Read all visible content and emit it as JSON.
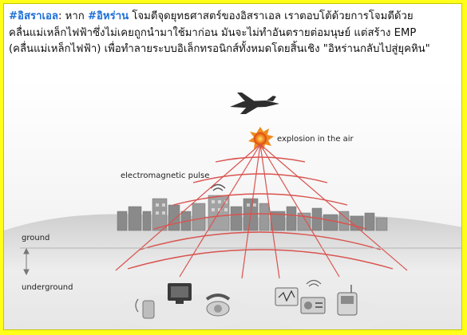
{
  "post": {
    "hashtag_1": "#อิสราเอล",
    "sep": ":",
    "word_if": " หาก ",
    "hashtag_2": "#อิหร่าน",
    "body": " โจมตีจุดยุทธศาสตร์ของอิสราเอล เราตอบโต้ด้วยการโจมตีด้วยคลื่นแม่เหล็กไฟฟ้าซึ่งไม่เคยถูกนำมาใช้มาก่อน มันจะไม่ทำอันตรายต่อมนุษย์ แต่สร้าง EMP (คลื่นแม่เหล็กไฟฟ้า) เพื่อทำลายระบบอิเล็กทรอนิกส์ทั้งหมดโดยสิ้นเชิง \"อิหร่านกลับไปสู่ยุคหิน\""
  },
  "diagram": {
    "label_explosion": "explosion in the air",
    "label_pulse": "electromagnetic pulse",
    "label_ground": "ground",
    "label_underground": "underground"
  },
  "colors": {
    "background": "#ffff1a",
    "hashtag": "#1d6fd8",
    "wave": "#d9534f"
  }
}
